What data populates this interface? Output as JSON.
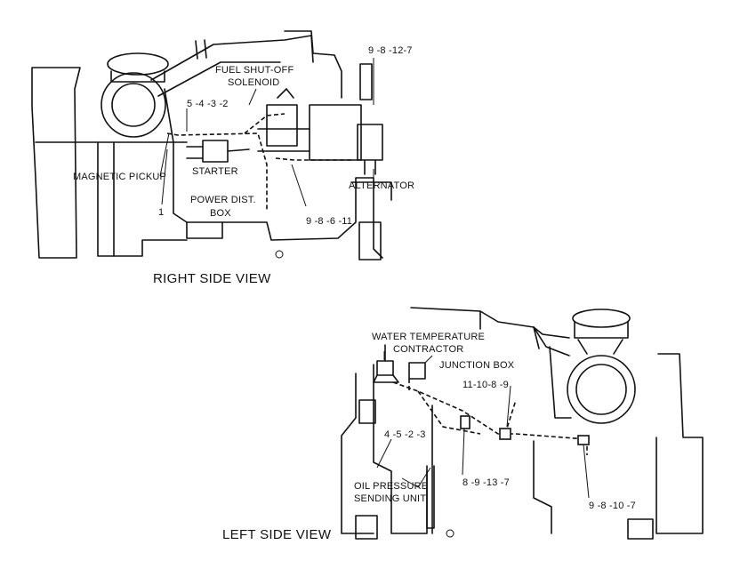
{
  "right_view": {
    "title": "RIGHT SIDE VIEW",
    "labels": {
      "fuel_solenoid_line1": "FUEL SHUT-OFF",
      "fuel_solenoid_line2": "SOLENOID",
      "wire_5432": "5 -4 -3 -2",
      "wire_98127": "9 -8 -12-7",
      "magnetic_pickup": "MAGNETIC PICKUP",
      "starter": "STARTER",
      "power_dist_line1": "POWER DIST.",
      "power_dist_line2": "BOX",
      "wire_1": "1",
      "alternator": "ALTERNATOR",
      "wire_98611": "9 -8 -6 -11"
    }
  },
  "left_view": {
    "title": "LEFT SIDE VIEW",
    "labels": {
      "water_temp_line1": "WATER TEMPERATURE",
      "water_temp_line2": "CONTRACTOR",
      "junction_box": "JUNCTION BOX",
      "wire_111089": "11-10-8 -9",
      "wire_4523": "4 -5 -2 -3",
      "oil_pressure_line1": "OIL PRESSURE",
      "oil_pressure_line2": "SENDING UNIT",
      "wire_89137": "8 -9 -13 -7",
      "wire_98107": "9 -8 -10 -7"
    }
  }
}
